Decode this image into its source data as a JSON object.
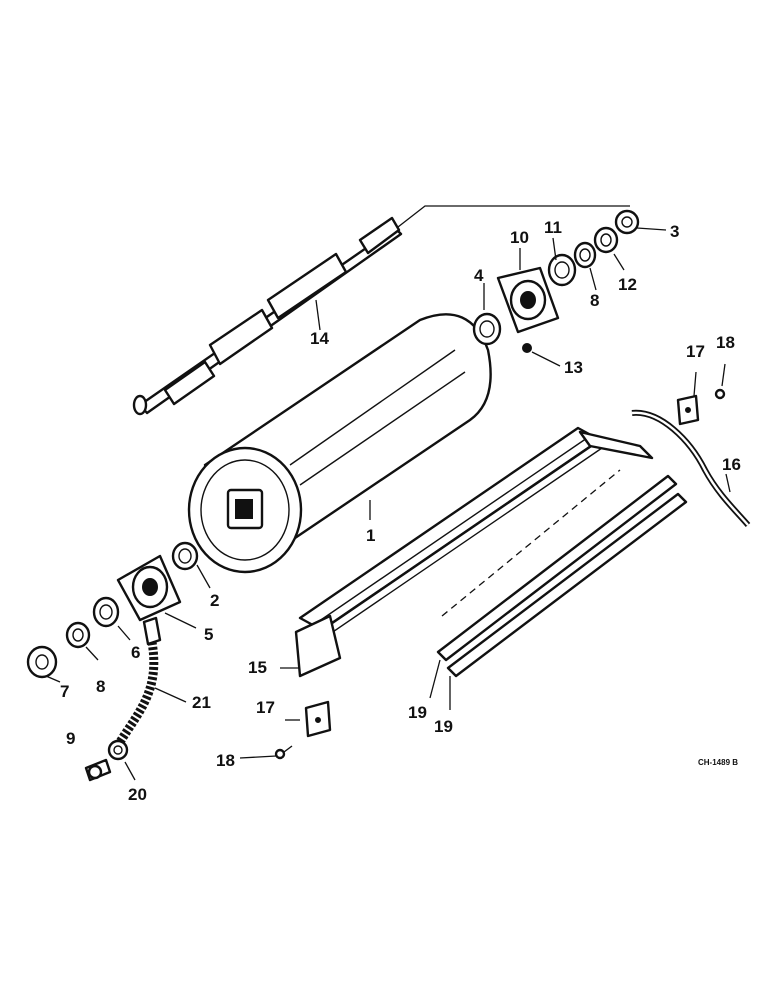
{
  "callouts": [
    {
      "id": "c1",
      "label": "1"
    },
    {
      "id": "c2",
      "label": "2"
    },
    {
      "id": "c3",
      "label": "3"
    },
    {
      "id": "c4",
      "label": "4"
    },
    {
      "id": "c5",
      "label": "5"
    },
    {
      "id": "c6",
      "label": "6"
    },
    {
      "id": "c7",
      "label": "7"
    },
    {
      "id": "c8a",
      "label": "8"
    },
    {
      "id": "c8b",
      "label": "8"
    },
    {
      "id": "c9",
      "label": "9"
    },
    {
      "id": "c10",
      "label": "10"
    },
    {
      "id": "c11",
      "label": "11"
    },
    {
      "id": "c12",
      "label": "12"
    },
    {
      "id": "c13",
      "label": "13"
    },
    {
      "id": "c14",
      "label": "14"
    },
    {
      "id": "c15",
      "label": "15"
    },
    {
      "id": "c16",
      "label": "16"
    },
    {
      "id": "c17a",
      "label": "17"
    },
    {
      "id": "c17b",
      "label": "17"
    },
    {
      "id": "c18a",
      "label": "18"
    },
    {
      "id": "c18b",
      "label": "18"
    },
    {
      "id": "c19a",
      "label": "19"
    },
    {
      "id": "c19b",
      "label": "19"
    },
    {
      "id": "c20",
      "label": "20"
    },
    {
      "id": "c21",
      "label": "21"
    }
  ],
  "drawing_code": "CH-1489 B"
}
